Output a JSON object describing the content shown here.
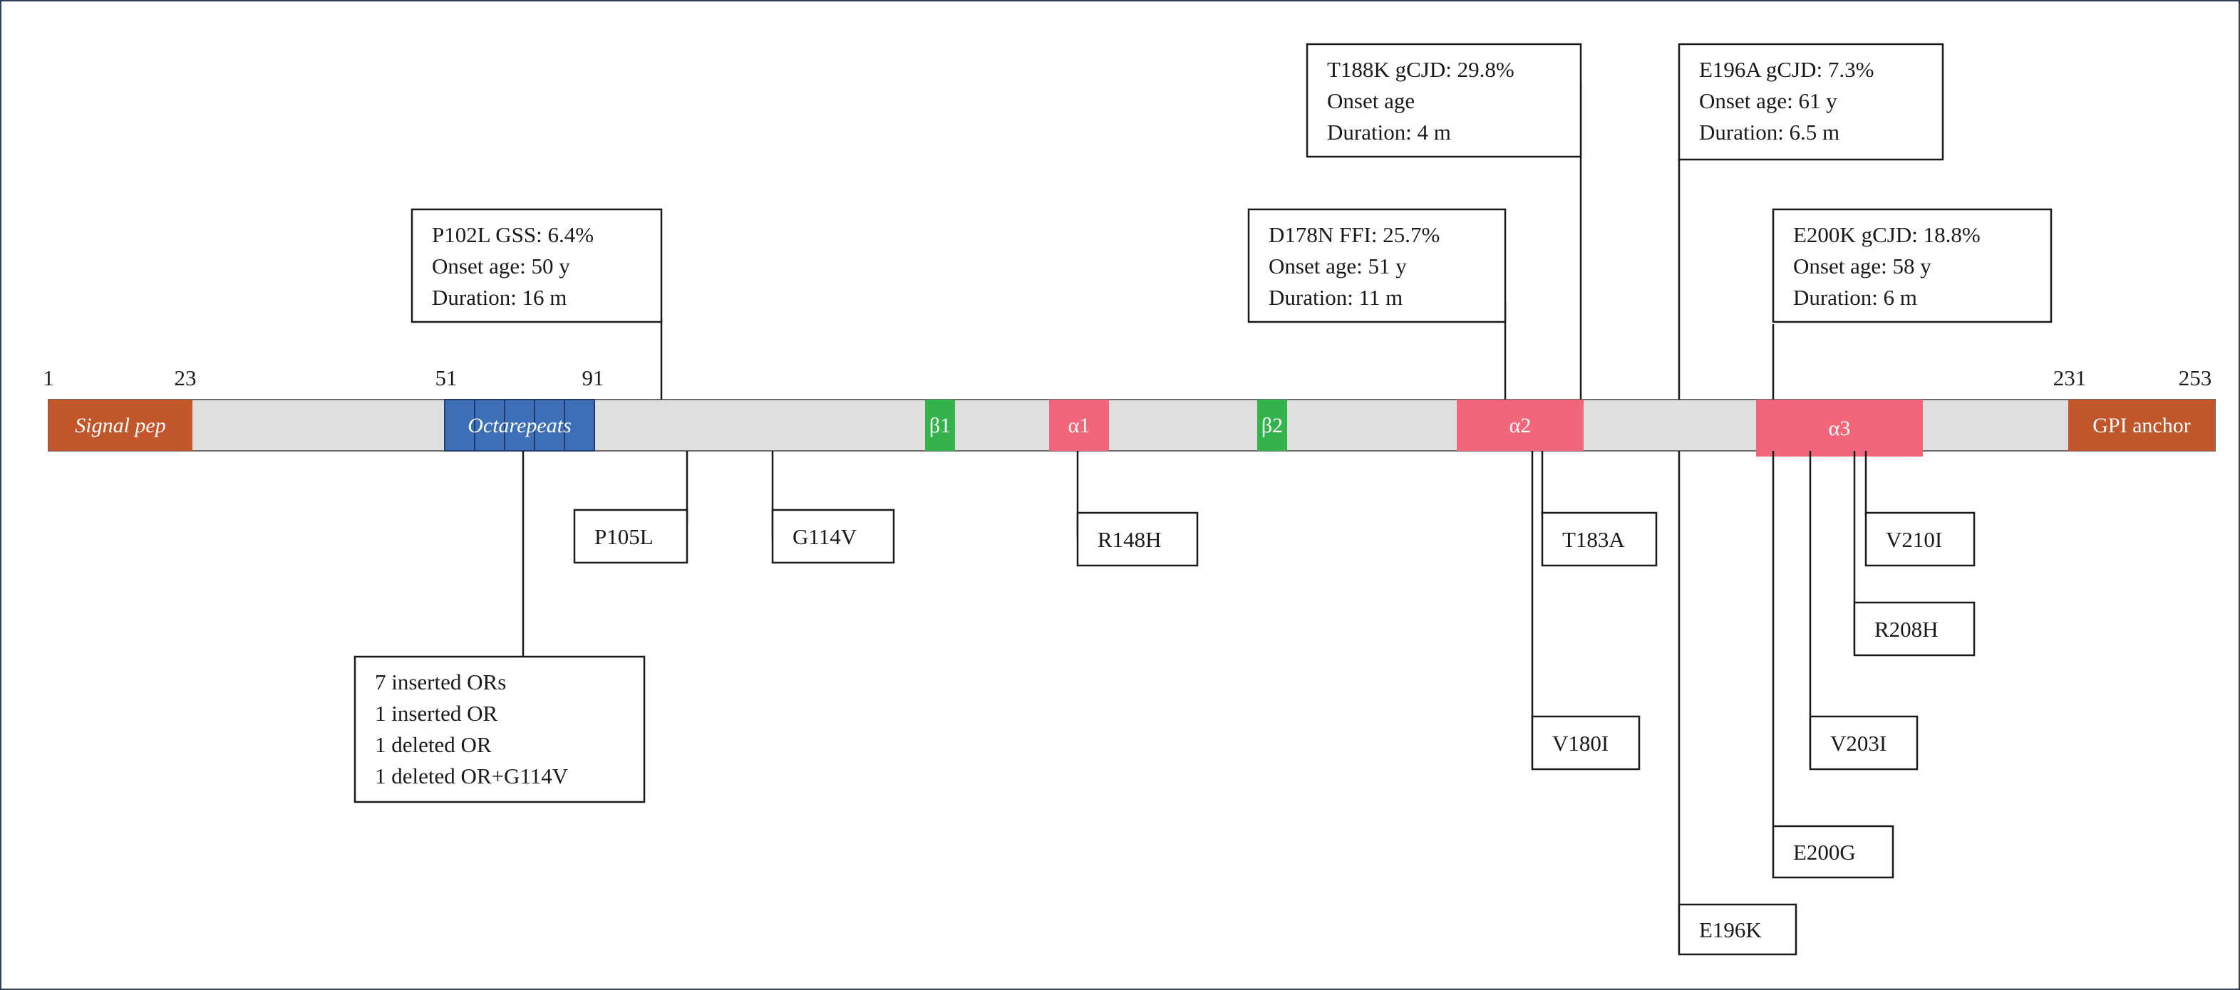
{
  "protein": {
    "positions": [
      "1",
      "23",
      "51",
      "91",
      "231",
      "253"
    ]
  },
  "domains": [
    {
      "id": "signal",
      "label": "Signal pep",
      "italic": true,
      "color": "#c0562a"
    },
    {
      "id": "octa",
      "label": "Octarepeats",
      "italic": true,
      "color": "#3d6fb6"
    },
    {
      "id": "b1",
      "label": "β1",
      "color": "#34b24c"
    },
    {
      "id": "a1",
      "label": "α1",
      "color": "#f2667a"
    },
    {
      "id": "b2",
      "label": "β2",
      "color": "#34b24c"
    },
    {
      "id": "a2",
      "label": "α2",
      "color": "#f2667a"
    },
    {
      "id": "a3",
      "label": "α3",
      "color": "#f2667a"
    },
    {
      "id": "gpi",
      "label": "GPI anchor",
      "color": "#c0562a"
    }
  ],
  "backbone_color": "#e0dfdf",
  "callouts_top": [
    {
      "id": "p102l",
      "lines": [
        "P102L GSS: 6.4%",
        "Onset age: 50 y",
        "Duration: 16 m"
      ]
    },
    {
      "id": "t188k",
      "lines": [
        "T188K gCJD: 29.8%",
        "Onset age",
        "Duration: 4 m"
      ]
    },
    {
      "id": "d178n",
      "lines": [
        "D178N FFI: 25.7%",
        "Onset age: 51 y",
        "Duration: 11 m"
      ]
    },
    {
      "id": "e196a",
      "lines": [
        "E196A gCJD: 7.3%",
        "Onset age: 61 y",
        "Duration: 6.5 m"
      ]
    },
    {
      "id": "e200k",
      "lines": [
        "E200K gCJD: 18.8%",
        "Onset age: 58 y",
        "Duration: 6 m"
      ]
    }
  ],
  "callouts_bottom": [
    {
      "id": "or",
      "lines": [
        "7 inserted ORs",
        "1 inserted OR",
        "1 deleted OR",
        "1 deleted OR+G114V"
      ]
    },
    {
      "id": "p105l",
      "lines": [
        "P105L"
      ]
    },
    {
      "id": "g114v",
      "lines": [
        "G114V"
      ]
    },
    {
      "id": "r148h",
      "lines": [
        "R148H"
      ]
    },
    {
      "id": "t183a",
      "lines": [
        "T183A"
      ]
    },
    {
      "id": "v180i",
      "lines": [
        "V180I"
      ]
    },
    {
      "id": "v210i",
      "lines": [
        "V210I"
      ]
    },
    {
      "id": "r208h",
      "lines": [
        "R208H"
      ]
    },
    {
      "id": "v203i",
      "lines": [
        "V203I"
      ]
    },
    {
      "id": "e200g",
      "lines": [
        "E200G"
      ]
    },
    {
      "id": "e196k",
      "lines": [
        "E196K"
      ]
    }
  ]
}
